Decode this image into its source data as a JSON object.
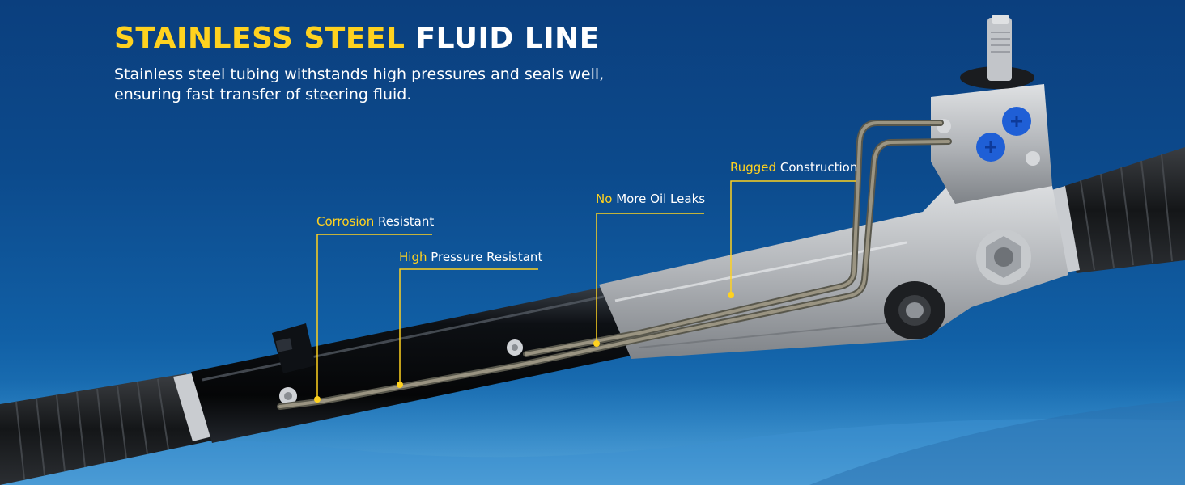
{
  "headline": {
    "highlight": "STAINLESS STEEL",
    "rest": "FLUID LINE"
  },
  "description": "Stainless steel tubing withstands high pressures and seals well, ensuring fast transfer of steering fluid.",
  "callouts": [
    {
      "highlight": "Corrosion",
      "rest": "Resistant"
    },
    {
      "highlight": "High",
      "rest": "Pressure Resistant"
    },
    {
      "highlight": "No",
      "rest": "More Oil Leaks"
    },
    {
      "highlight": "Rugged",
      "rest": "Construction"
    }
  ],
  "colors": {
    "background": "#0c4a8c",
    "highlight": "#ffd21f",
    "text": "#ffffff",
    "fluid_line": "#8a8470",
    "housing": "#b9bcc0",
    "tube": "#101418",
    "boot": "#17191b",
    "plug": "#1f5fd6"
  },
  "icons": [
    "steering-rack-illustration",
    "fluid-line-image"
  ]
}
